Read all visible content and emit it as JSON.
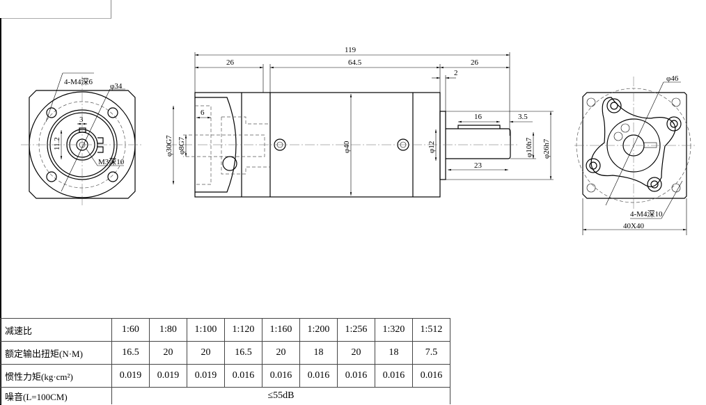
{
  "drawing": {
    "front_view": {
      "label_holes": "4-M4深6",
      "label_pcd": "φ34",
      "dim_key": "3",
      "dim_height": "11.2",
      "label_tap": "M3深10"
    },
    "side_view": {
      "dim_total": "119",
      "dim_left": "26",
      "dim_body": "64.5",
      "dim_right": "26",
      "dim_flange": "2",
      "dim_bore": "φ30G7",
      "dim_shaft_bore": "φ8G7",
      "dim_depth": "6",
      "dim_body_dia": "φ40",
      "dim_boss": "φ12",
      "dim_key_len": "16",
      "dim_key_offset": "3.5",
      "dim_shaft_len": "23",
      "dim_shaft_dia": "φ10h7",
      "dim_pilot": "φ26h7"
    },
    "rear_view": {
      "label_pcd": "φ46",
      "label_holes": "4-M4深10",
      "dim_square": "40X40"
    }
  },
  "table": {
    "rows": [
      {
        "label": "减速比",
        "values": [
          "1:60",
          "1:80",
          "1:100",
          "1:120",
          "1:160",
          "1:200",
          "1:256",
          "1:320",
          "1:512"
        ]
      },
      {
        "label": "额定输出扭矩(N·M)",
        "values": [
          "16.5",
          "20",
          "20",
          "16.5",
          "20",
          "18",
          "20",
          "18",
          "7.5"
        ]
      },
      {
        "label": "惯性力矩(kg·cm²)",
        "values": [
          "0.019",
          "0.019",
          "0.019",
          "0.016",
          "0.016",
          "0.016",
          "0.016",
          "0.016",
          "0.016"
        ]
      }
    ],
    "noise": {
      "label": "噪音(L=100CM)",
      "value": "≤55dB"
    }
  }
}
